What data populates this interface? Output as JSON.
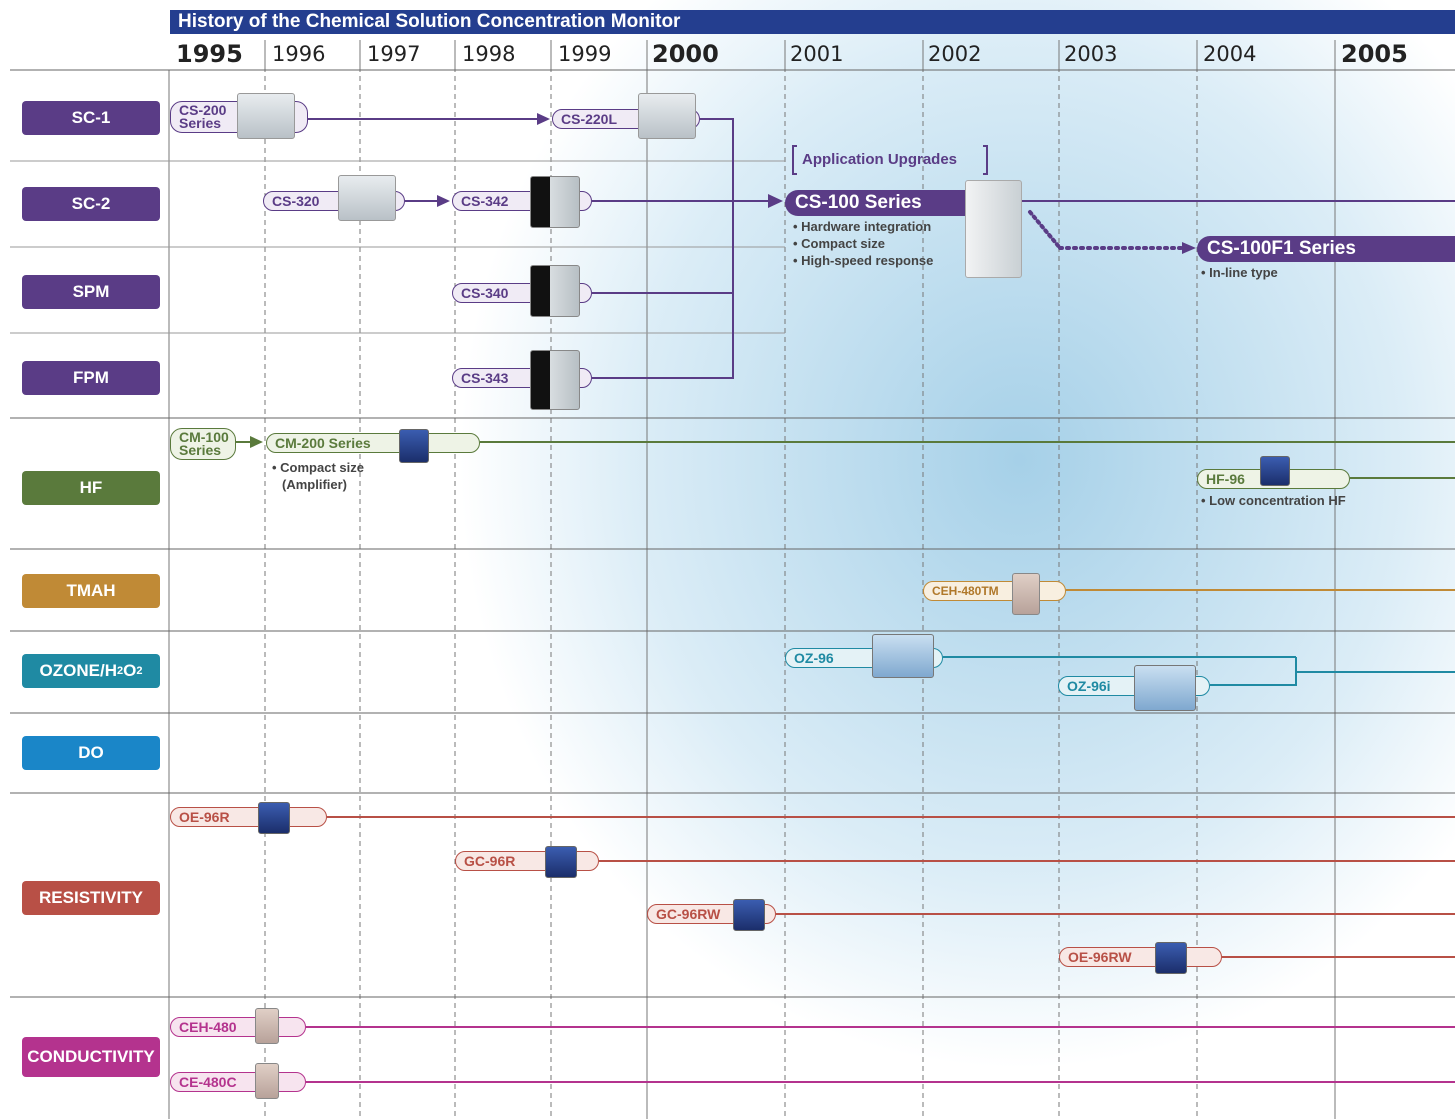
{
  "title": "History of the Chemical Solution Concentration Monitor",
  "years": [
    {
      "label": "1995",
      "major": true
    },
    {
      "label": "1996",
      "major": false
    },
    {
      "label": "1997",
      "major": false
    },
    {
      "label": "1998",
      "major": false
    },
    {
      "label": "1999",
      "major": false
    },
    {
      "label": "2000",
      "major": true
    },
    {
      "label": "2001",
      "major": false
    },
    {
      "label": "2002",
      "major": false
    },
    {
      "label": "2003",
      "major": false
    },
    {
      "label": "2004",
      "major": false
    },
    {
      "label": "2005",
      "major": true
    }
  ],
  "rows": {
    "sc1": "SC-1",
    "sc2": "SC-2",
    "spm": "SPM",
    "fpm": "FPM",
    "hf": "HF",
    "tmah": "TMAH",
    "ozone": "OZONE/H",
    "ozone_sub1": "2",
    "ozone_mid": "O",
    "ozone_sub2": "2",
    "do": "DO",
    "resistivity": "RESISTIVITY",
    "conductivity": "CONDUCTIVITY"
  },
  "colors": {
    "title_bg": "#243e8f",
    "purple": "#5a3c86",
    "green": "#5a7a3c",
    "tmah": "#c08a36",
    "ozone": "#1f8aa3",
    "do": "#1a86c8",
    "resistivity": "#b85046",
    "conductivity": "#b4338e"
  },
  "products": {
    "cs200": [
      "CS-200",
      "Series"
    ],
    "cs220l": "CS-220L",
    "cs320": "CS-320",
    "cs342": "CS-342",
    "cs340": "CS-340",
    "cs343": "CS-343",
    "cs100": "CS-100 Series",
    "cs100_notes": [
      "• Hardware integration",
      "• Compact size",
      "• High-speed response"
    ],
    "app_upgrades": "Application Upgrades",
    "cs100f1": "CS-100F1 Series",
    "cs100f1_note": "• In-line type",
    "cm100": [
      "CM-100",
      "Series"
    ],
    "cm200": "CM-200 Series",
    "cm200_notes": [
      "• Compact size",
      "(Amplifier)"
    ],
    "hf96": "HF-96",
    "hf96_note": "• Low concentration HF",
    "ceh480tm": "CEH-480TM",
    "oz96": "OZ-96",
    "oz96i": "OZ-96i",
    "oe96r": "OE-96R",
    "gc96r": "GC-96R",
    "gc96rw": "GC-96RW",
    "oe96rw": "OE-96RW",
    "ceh480": "CEH-480",
    "ce480c": "CE-480C"
  }
}
